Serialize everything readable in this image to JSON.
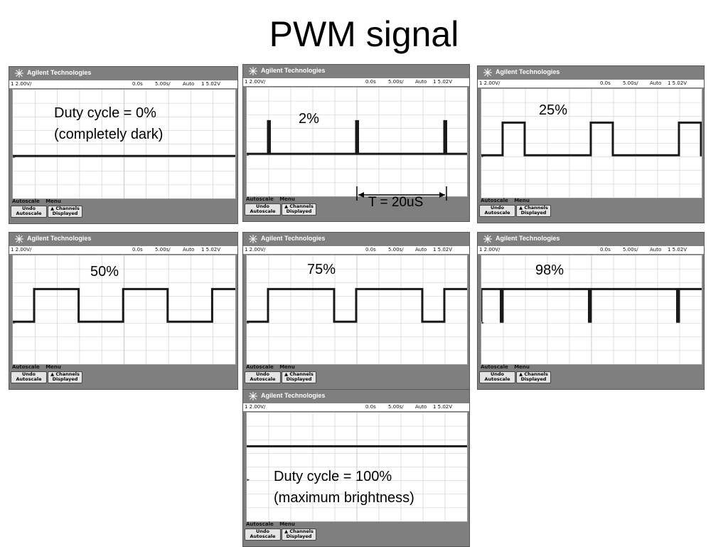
{
  "title": "PWM signal",
  "scope_common": {
    "brand": "Agilent Technologies",
    "channel_scale": "1  2.00V/",
    "time_offset": "0.0s",
    "time_scale": "5.00s/",
    "trigger_mode": "Auto",
    "trigger_level": "1  5.02V",
    "menu_autoscale": "Autoscale",
    "menu_menu": "Menu",
    "btn_undo_l1": "Undo",
    "btn_undo_l2": "Autoscale",
    "btn_channels_l1": "▲ Channels",
    "btn_channels_l2": "Displayed"
  },
  "panels": [
    {
      "name": "duty-0",
      "duty_percent": 0,
      "label_line1": "Duty cycle = 0%",
      "label_line2": "(completely dark)"
    },
    {
      "name": "duty-2",
      "duty_percent": 2,
      "label_line1": "2%"
    },
    {
      "name": "duty-25",
      "duty_percent": 25,
      "label_line1": "25%"
    },
    {
      "name": "duty-50",
      "duty_percent": 50,
      "label_line1": "50%"
    },
    {
      "name": "duty-75",
      "duty_percent": 75,
      "label_line1": "75%"
    },
    {
      "name": "duty-98",
      "duty_percent": 98,
      "label_line1": "98%"
    },
    {
      "name": "duty-100",
      "duty_percent": 100,
      "label_line1": "Duty cycle = 100%",
      "label_line2": "(maximum brightness)"
    }
  ],
  "period_label": "T = 20uS",
  "colors": {
    "bezel": "#7f7f7f",
    "trace": "#1a1a1a",
    "grid": "#c8c8c8"
  }
}
